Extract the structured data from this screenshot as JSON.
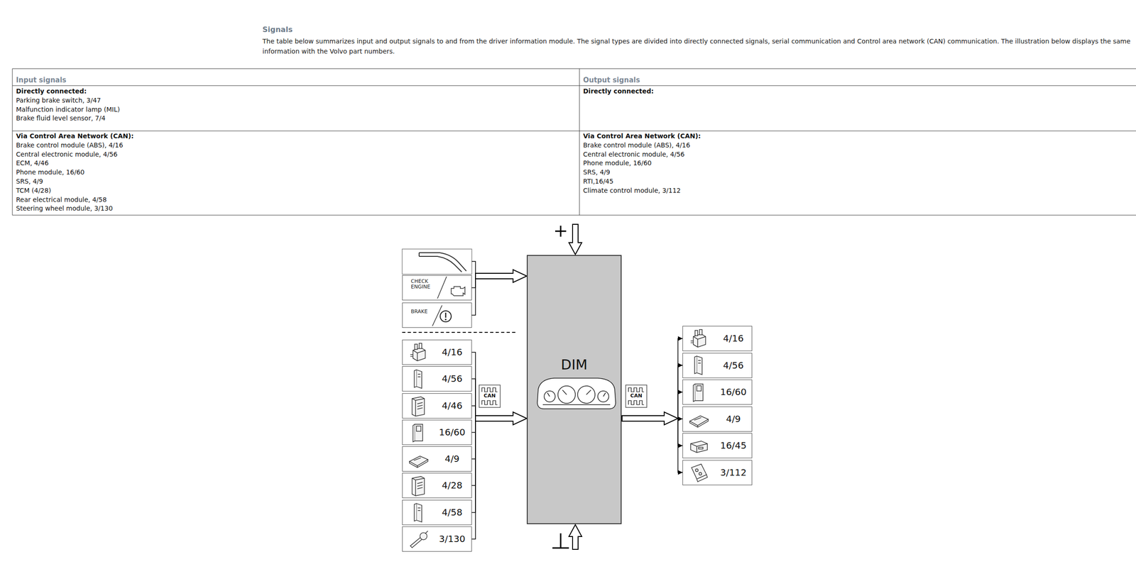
{
  "diagram": {
    "title": "Signals",
    "nodes": [
      {
        "text": [
          "DIM"
        ]
      },
      {
        "text": [
          "CHECK ENGINE"
        ]
      },
      {
        "text": [
          "BRAKE"
        ]
      },
      {
        "text": [
          "4/16"
        ]
      },
      {
        "text": [
          "4/56"
        ]
      },
      {
        "text": [
          "4/46"
        ]
      },
      {
        "text": [
          "16/60"
        ]
      },
      {
        "text": [
          "4/9"
        ]
      },
      {
        "text": [
          "4/28"
        ]
      },
      {
        "text": [
          "4/58"
        ]
      },
      {
        "text": [
          "3/130"
        ]
      },
      {
        "text": [
          "4/16"
        ]
      },
      {
        "text": [
          "4/56"
        ]
      },
      {
        "text": [
          "16/60"
        ]
      },
      {
        "text": [
          "4/9"
        ]
      },
      {
        "text": [
          "16/45"
        ]
      },
      {
        "text": [
          "3/112"
        ]
      }
    ],
    "edges": [
      {
        "from": 1,
        "to": 0,
        "arrow": "to"
      },
      {
        "from": 2,
        "to": 0,
        "arrow": "to"
      },
      {
        "from": 3,
        "to": 0,
        "arrow": "to"
      },
      {
        "from": 4,
        "to": 0,
        "arrow": "to"
      },
      {
        "from": 5,
        "to": 0,
        "arrow": "to"
      },
      {
        "from": 6,
        "to": 0,
        "arrow": "to"
      },
      {
        "from": 7,
        "to": 0,
        "arrow": "to"
      },
      {
        "from": 8,
        "to": 0,
        "arrow": "to"
      },
      {
        "from": 9,
        "to": 0,
        "arrow": "to"
      },
      {
        "from": 10,
        "to": 0,
        "arrow": "to"
      },
      {
        "from": 0,
        "to": 11,
        "arrow": "to"
      },
      {
        "from": 0,
        "to": 12,
        "arrow": "to"
      },
      {
        "from": 0,
        "to": 13,
        "arrow": "to"
      },
      {
        "from": 0,
        "to": 14,
        "arrow": "to"
      },
      {
        "from": 0,
        "to": 15,
        "arrow": "to"
      },
      {
        "from": 0,
        "to": 16,
        "arrow": "to"
      }
    ],
    "labels": [
      "The table below summarizes input and output signals to and from the driver information module. The signal types are divided into directly connected signals, serial communication and Control area network (CAN) communication. The illustration below displays the same information with the Volvo part numbers.",
      "Input signals",
      "Output signals",
      "Directly connected:",
      "Parking brake switch, 3/47",
      "Malfunction indicator lamp (MIL)",
      "Brake fluid level sensor, 7/4",
      "Directly connected:",
      "Via Control Area Network (CAN):",
      "Brake control module (ABS), 4/16",
      "Central electronic module, 4/56",
      "ECM, 4/46",
      "Phone module, 16/60",
      "SRS, 4/9",
      "TCM (4/28)",
      "Rear electrical module, 4/58",
      "Steering wheel module, 3/130",
      "Via Control Area Network (CAN):",
      "Brake control module (ABS), 4/16",
      "Central electronic module, 4/56",
      "Phone module, 16/60",
      "SRS, 4/9",
      "RTI,16/45",
      "Climate control module, 3/112",
      "CAN",
      "CAN"
    ]
  }
}
